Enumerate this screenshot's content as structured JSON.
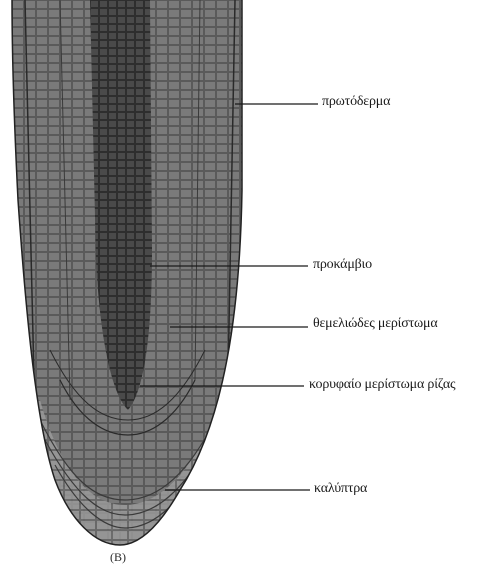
{
  "labels": {
    "protoderm": "πρωτόδερμα",
    "procambium": "προκάμβιο",
    "ground_meristem": "θεμελιώδες μερίστωμα",
    "apical_meristem": "κορυφαίο μερίστωμα ρίζας",
    "root_cap": "καλύπτρα"
  },
  "caption": "(B)",
  "colors": {
    "tissue_dark": "#3a3a3a",
    "tissue_mid": "#6b6b6b",
    "tissue_light": "#9a9a9a",
    "line": "#1a1a1a"
  }
}
